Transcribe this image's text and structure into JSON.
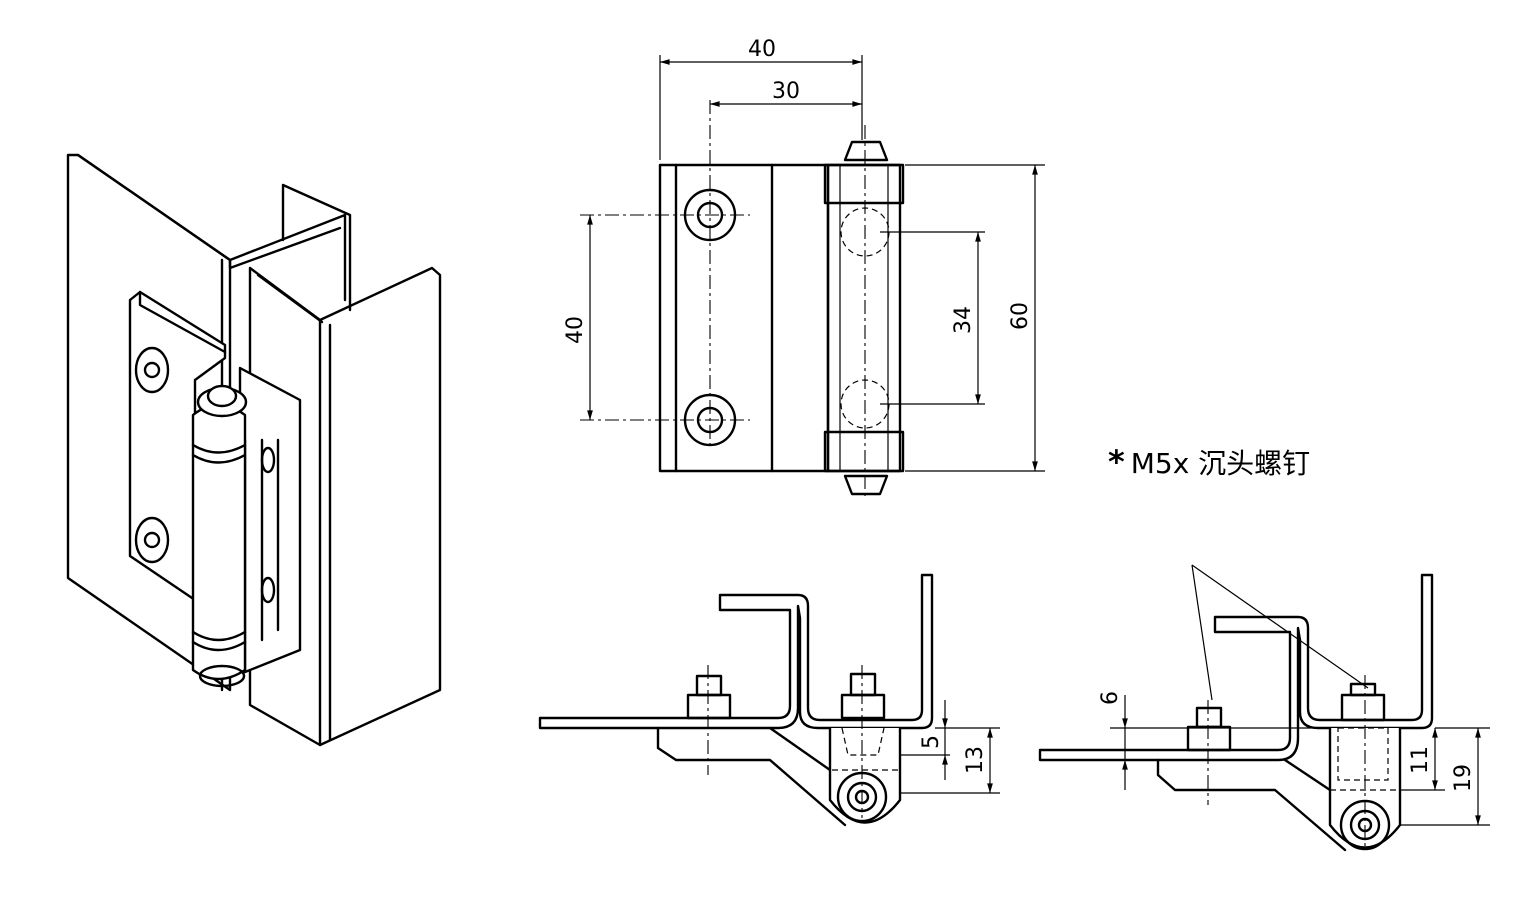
{
  "note": {
    "marker": "*",
    "text": "M5x 沉头螺钉"
  },
  "dimensions": {
    "top_width_40": "40",
    "top_width_30": "30",
    "left_height_40": "40",
    "right_height_34": "34",
    "right_height_60": "60",
    "sec1_5": "5",
    "sec1_13": "13",
    "sec2_6": "6",
    "sec2_11": "11",
    "sec2_19": "19"
  }
}
